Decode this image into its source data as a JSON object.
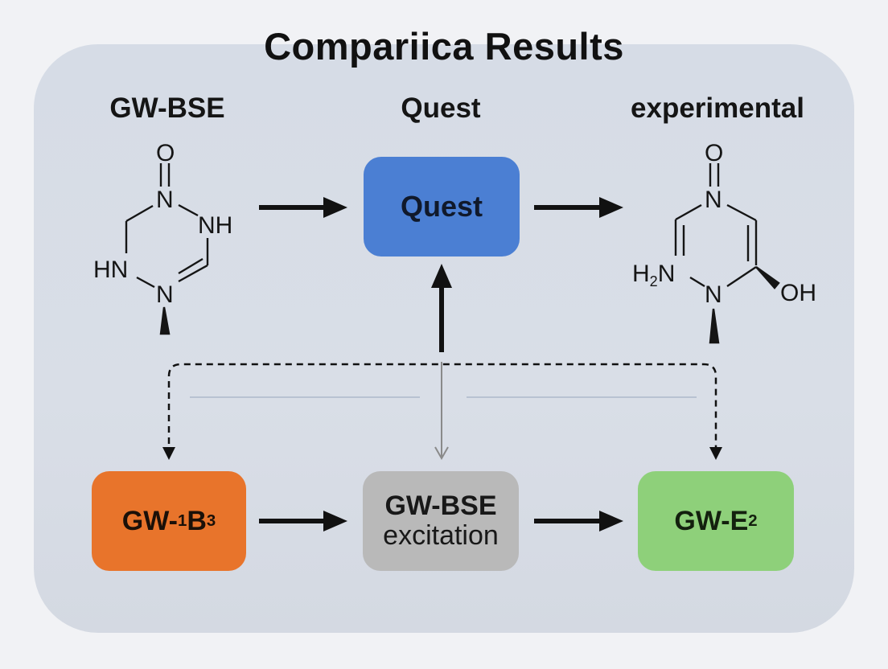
{
  "title": "Compariica Results",
  "labels": {
    "left": "GW-BSE",
    "center": "Quest",
    "right": "experimental"
  },
  "boxes": {
    "quest": "Quest",
    "left_main": "GW-",
    "left_sup": "1",
    "left_b": " B",
    "left_sub": "3",
    "mid_line1": "GW-BSE",
    "mid_line2": "excitation",
    "right_main": "GW-E",
    "right_sup": "2"
  },
  "molecule_left": {
    "o": "O",
    "n_top": "N",
    "nh_right": "NH",
    "hn_left": "HN",
    "n_bottom": "N"
  },
  "molecule_right": {
    "o": "O",
    "n_top": "N",
    "h2n": "H",
    "h2n_sub": "2",
    "h2n_n": "N",
    "n_bottom": "N",
    "oh": "OH"
  },
  "colors": {
    "quest_box": "#4b7fd3",
    "left_box": "#e8742b",
    "mid_box": "#b9b9b9",
    "right_box": "#8ed07a",
    "panel": "#d7dce5"
  }
}
